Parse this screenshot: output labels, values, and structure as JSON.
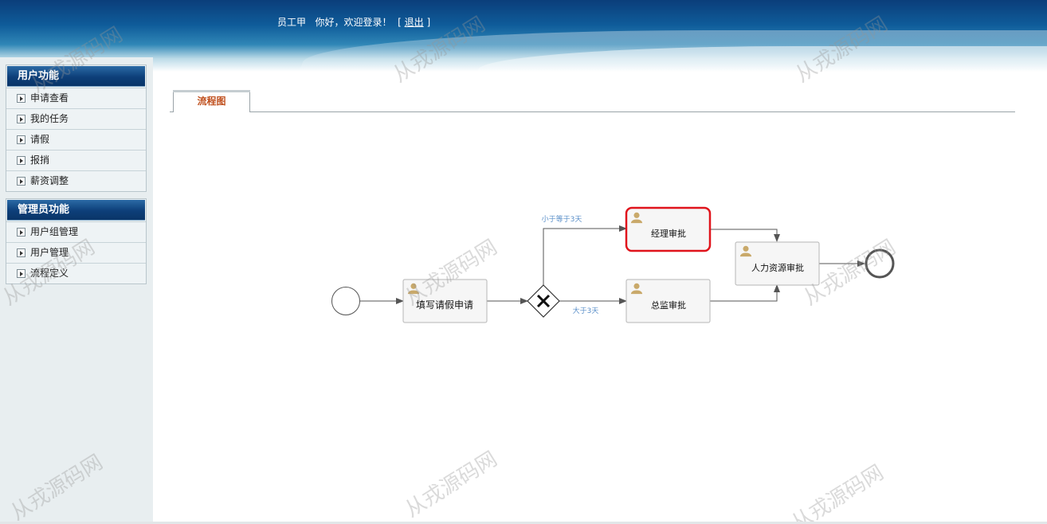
{
  "header": {
    "user_name": "员工甲",
    "greeting": "你好，欢迎登录！",
    "bracket_open": "[",
    "logout_label": "退出",
    "bracket_close": "]"
  },
  "sidebar": {
    "groups": [
      {
        "title": "用户功能",
        "items": [
          "申请查看",
          "我的任务",
          "请假",
          "报捎",
          "薪资调整"
        ]
      },
      {
        "title": "管理员功能",
        "items": [
          "用户组管理",
          "用户管理",
          "流程定义"
        ]
      }
    ]
  },
  "tabs": [
    {
      "label": "流程图",
      "active": true
    }
  ],
  "diagram": {
    "nodes": {
      "fill_form": "填写请假申请",
      "manager": "经理审批",
      "director": "总监审批",
      "hr": "人力资源审批"
    },
    "edges": {
      "le3": "小于等于3天",
      "gt3": "大于3天"
    },
    "highlight_color": "#e0141c",
    "current_task": "经理审批"
  },
  "watermark_text": "从戎源码网"
}
